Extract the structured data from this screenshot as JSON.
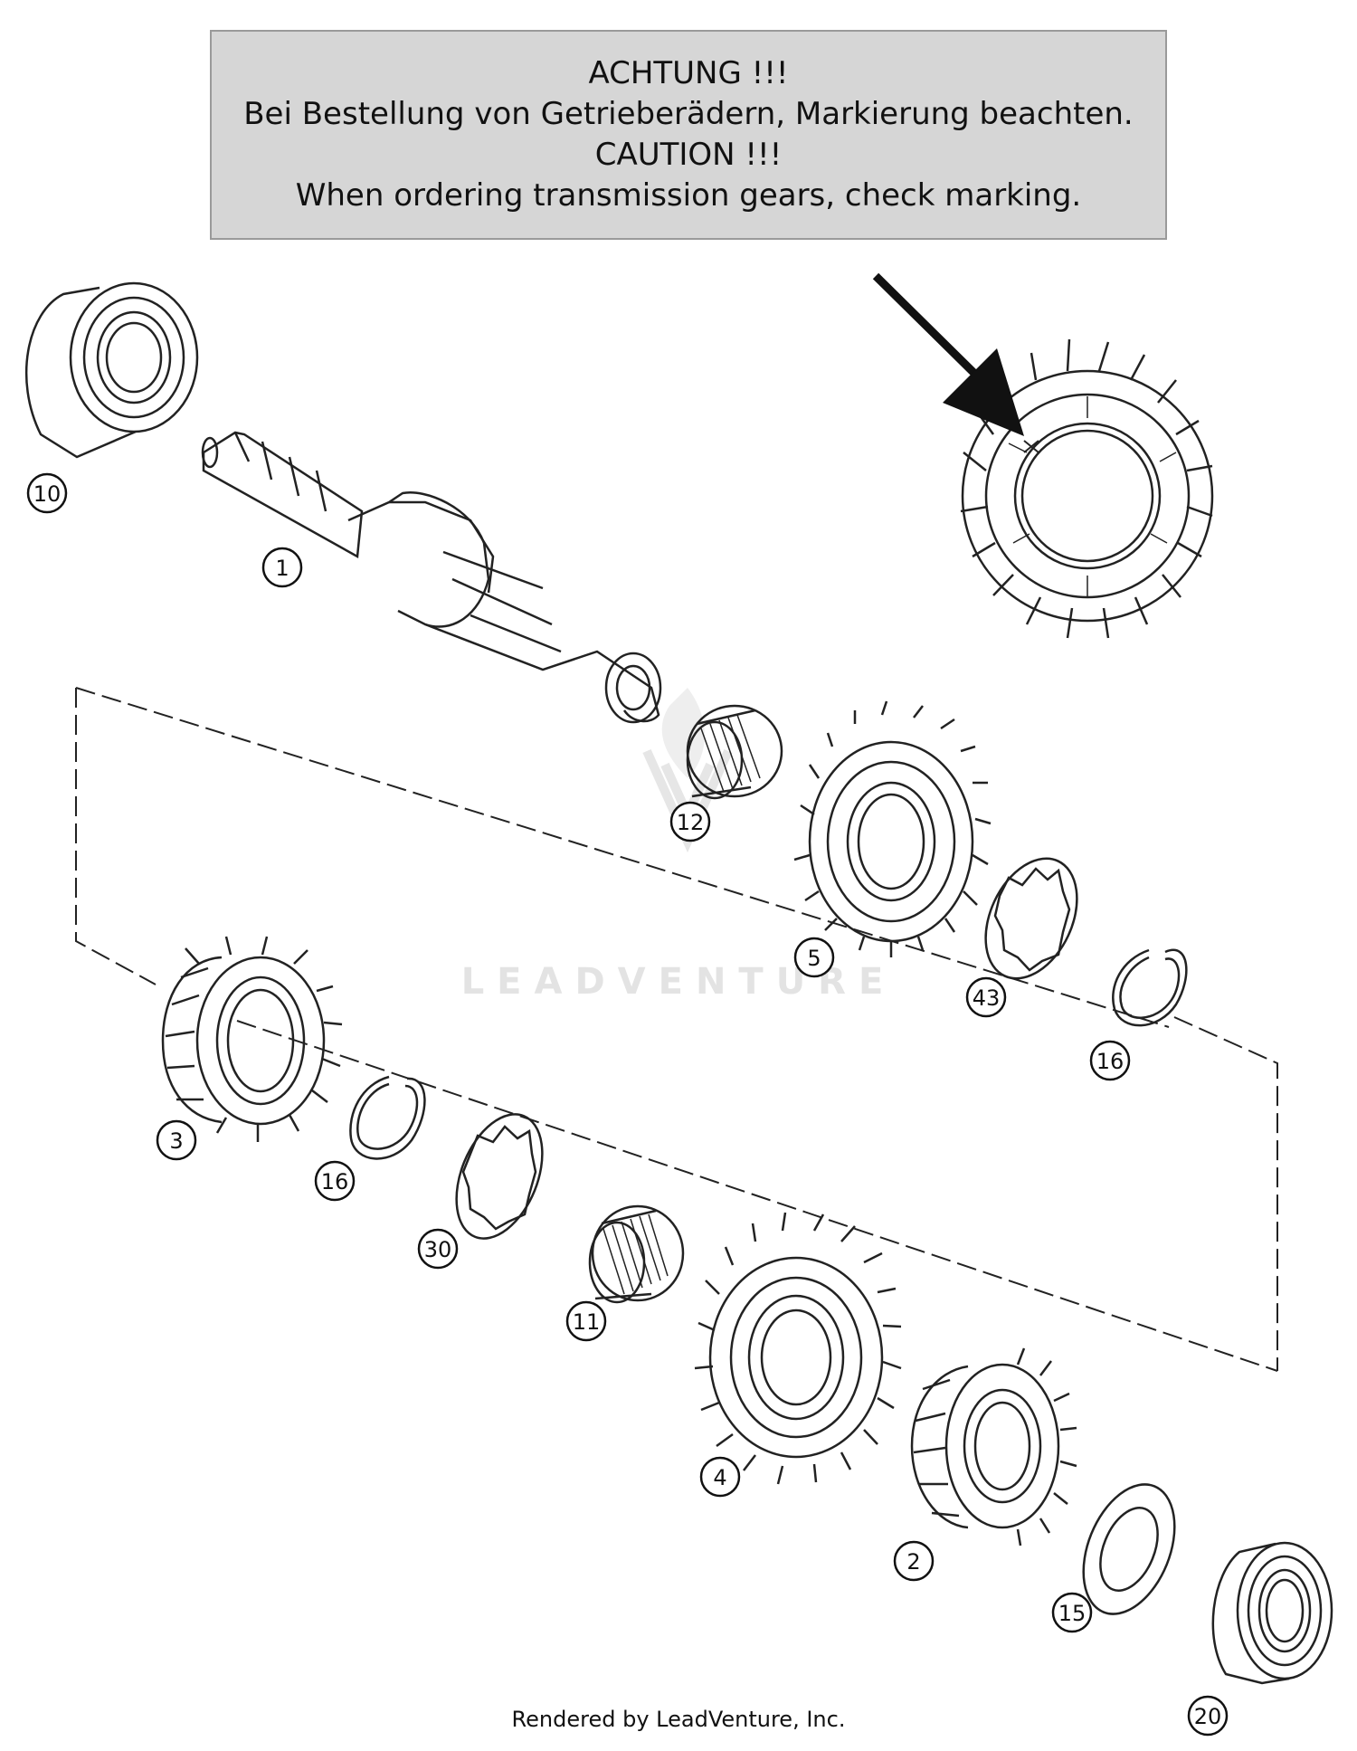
{
  "notice": {
    "line1": "ACHTUNG !!!",
    "line2": "Bei Bestellung von Getrieberädern, Markierung beachten.",
    "line3": "CAUTION !!!",
    "line4": "When ordering transmission gears, check marking."
  },
  "watermark": "LEADVENTURE",
  "footer": "Rendered by LeadVenture, Inc.",
  "callouts": {
    "c1": "1",
    "c2": "2",
    "c3": "3",
    "c4": "4",
    "c5": "5",
    "c10": "10",
    "c11": "11",
    "c12": "12",
    "c15": "15",
    "c16a": "16",
    "c16b": "16",
    "c20": "20",
    "c30": "30",
    "c43": "43"
  }
}
